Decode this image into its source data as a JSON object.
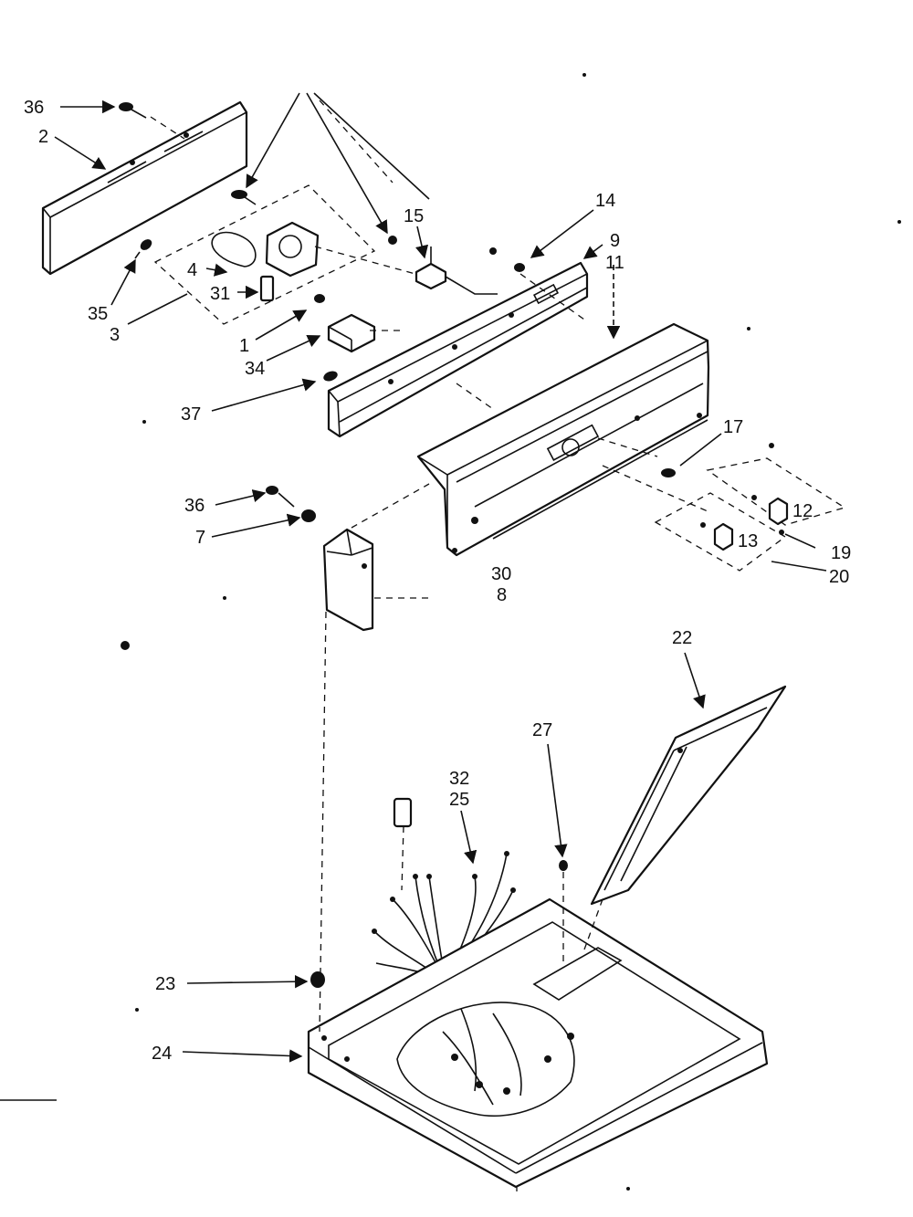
{
  "diagram": {
    "callouts": {
      "c36a": "36",
      "c2": "2",
      "c35": "35",
      "c3": "3",
      "c4": "4",
      "c31": "31",
      "c1": "1",
      "c34": "34",
      "c37": "37",
      "c15": "15",
      "c14": "14",
      "c9": "9",
      "c11": "11",
      "c17": "17",
      "c12": "12",
      "c13": "13",
      "c19": "19",
      "c20": "20",
      "c36b": "36",
      "c7": "7",
      "c30": "30",
      "c8": "8",
      "c22": "22",
      "c27": "27",
      "c32": "32",
      "c25": "25",
      "c23": "23",
      "c24": "24"
    }
  }
}
